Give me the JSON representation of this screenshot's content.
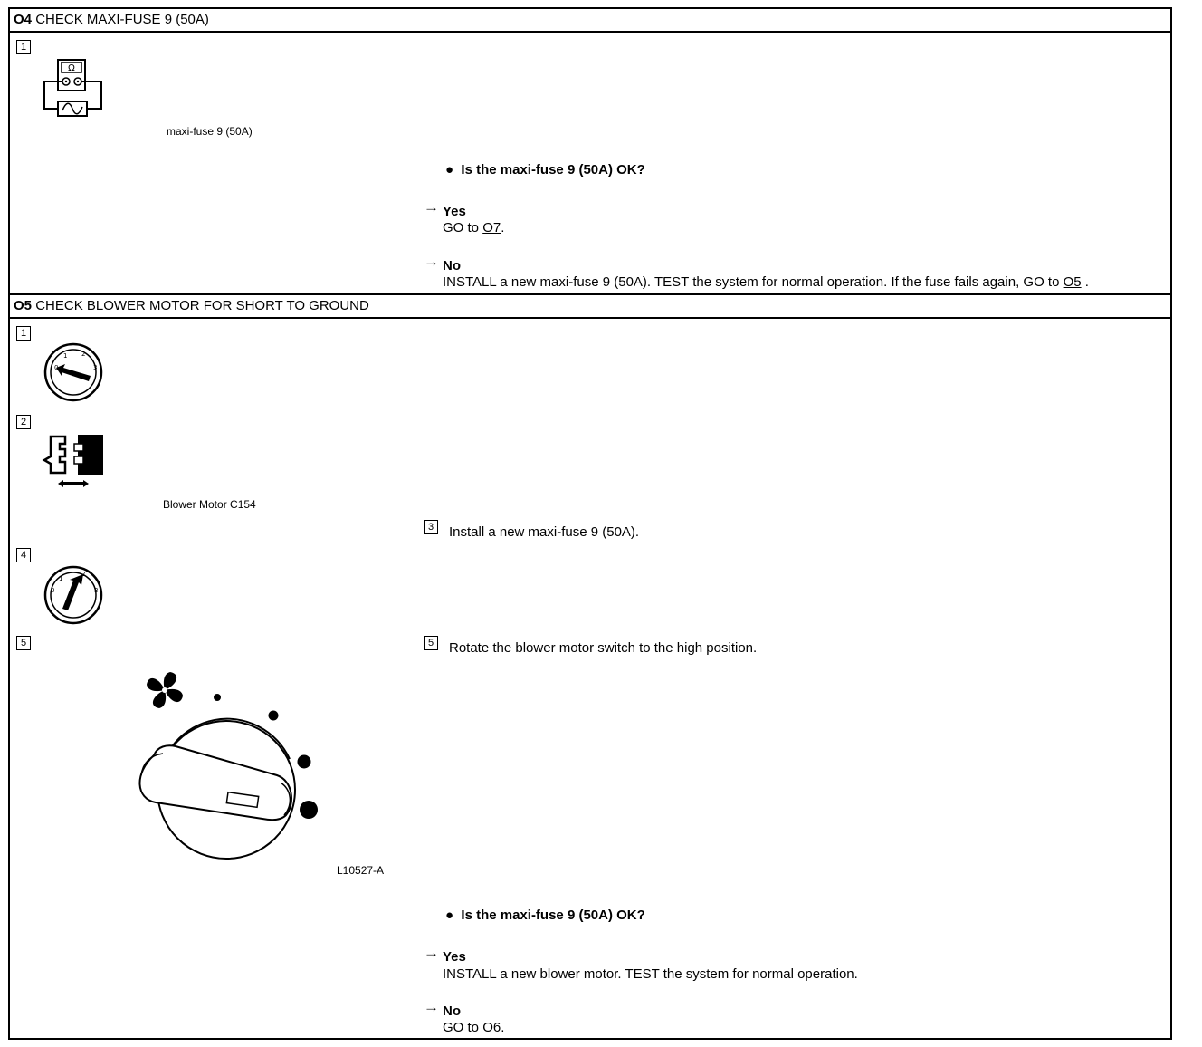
{
  "section_o4": {
    "id": "O4",
    "title": "CHECK MAXI-FUSE 9 (50A)",
    "step1_label": "1",
    "fuse_caption": "maxi-fuse 9 (50A)",
    "question": "Is the maxi-fuse 9 (50A) OK?",
    "yes_label": "Yes",
    "yes_prefix": "GO to ",
    "yes_link": "O7",
    "yes_suffix": ".",
    "no_label": "No",
    "no_text": "INSTALL a new maxi-fuse 9 (50A). TEST the system for normal operation. If the fuse fails again, GO to ",
    "no_link": "O5",
    "no_suffix": " ."
  },
  "section_o5": {
    "id": "O5",
    "title": "CHECK BLOWER MOTOR FOR SHORT TO GROUND",
    "step1_label": "1",
    "step2_label": "2",
    "connector_caption": "Blower Motor C154",
    "step3_label": "3",
    "step3_text": "Install a new maxi-fuse 9 (50A).",
    "step4_label": "4",
    "step5_label": "5",
    "step5_text_label": "5",
    "step5_text": "Rotate the blower motor switch to the high position.",
    "figure_code": "L10527-A",
    "question": "Is the maxi-fuse 9 (50A) OK?",
    "yes_label": "Yes",
    "yes_text": "INSTALL a new blower motor. TEST the system for normal operation.",
    "no_label": "No",
    "no_prefix": "GO to ",
    "no_link": "O6",
    "no_suffix": "."
  },
  "icons": {
    "ohmmeter": "ohmmeter-icon",
    "ignition_off": "ignition-switch-off-icon",
    "connector": "disconnect-connector-icon",
    "ignition_on": "ignition-switch-on-icon",
    "blower_knob": "blower-control-knob-icon",
    "arrow": "arrow-right-icon"
  },
  "colors": {
    "ink": "#000000",
    "paper": "#ffffff"
  }
}
